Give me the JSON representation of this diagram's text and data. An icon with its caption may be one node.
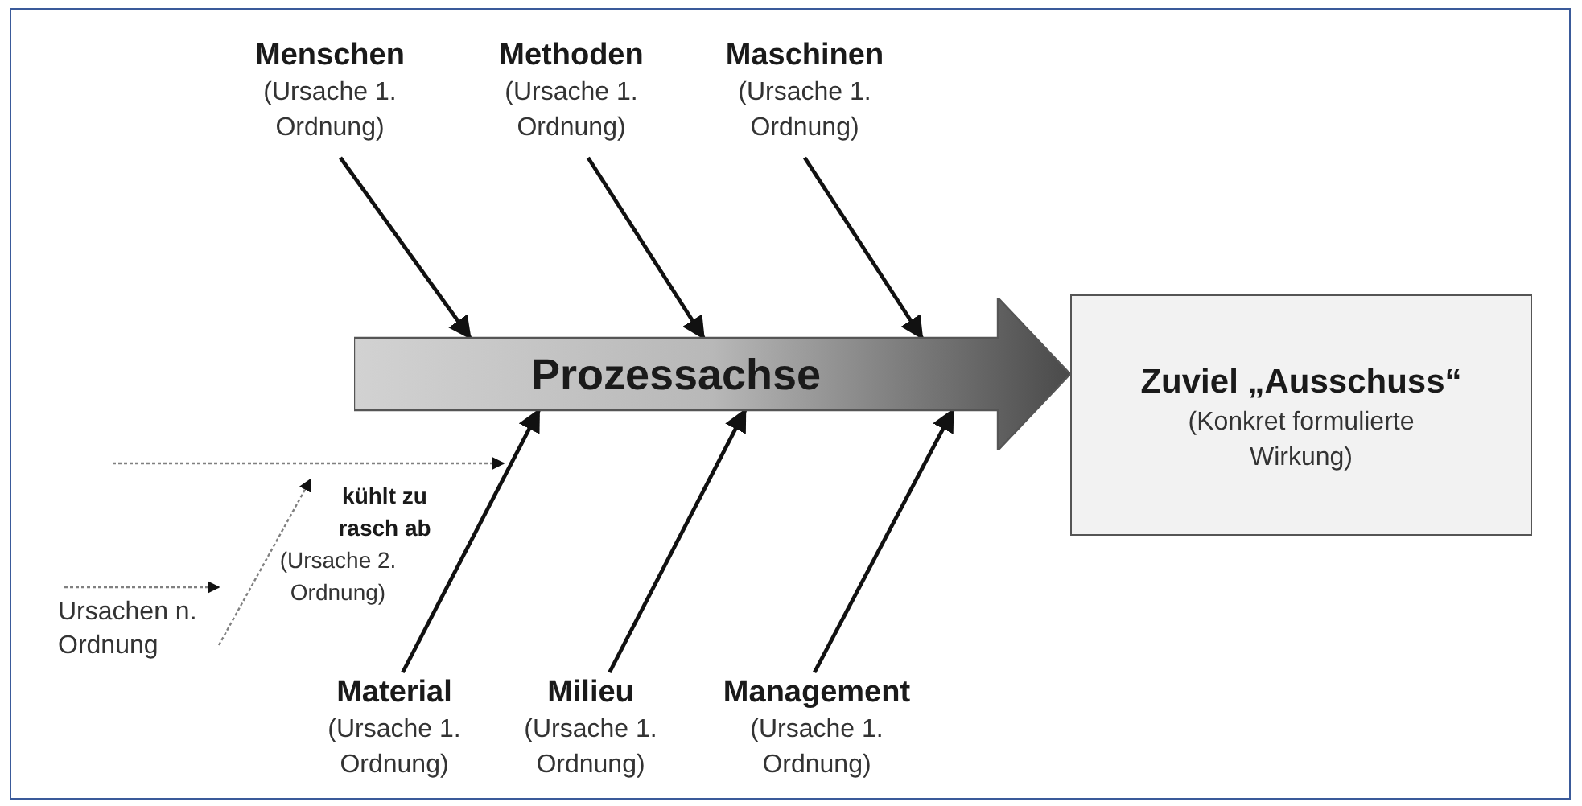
{
  "diagram": {
    "nodes": [
      {
        "text": [
          "Menschen",
          "(Ursache 1. Ordnung)"
        ]
      },
      {
        "text": [
          "Methoden",
          "(Ursache 1. Ordnung)"
        ]
      },
      {
        "text": [
          "Maschinen",
          "(Ursache 1. Ordnung)"
        ]
      },
      {
        "text": [
          "Prozessachse"
        ]
      },
      {
        "text": [
          "Zuviel „Ausschuss“",
          "(Konkret formulierte Wirkung)"
        ]
      },
      {
        "text": [
          "kühlt zu rasch ab",
          "(Ursache 2. Ordnung)"
        ]
      },
      {
        "text": [
          "Ursachen n. Ordnung"
        ]
      },
      {
        "text": [
          "Material",
          "(Ursache 1. Ordnung)"
        ]
      },
      {
        "text": [
          "Milieu",
          "(Ursache 1. Ordnung)"
        ]
      },
      {
        "text": [
          "Management",
          "(Ursache 1. Ordnung)"
        ]
      }
    ],
    "edges": [
      {
        "from": 0,
        "to": 3,
        "arrow": "to"
      },
      {
        "from": 1,
        "to": 3,
        "arrow": "to"
      },
      {
        "from": 2,
        "to": 3,
        "arrow": "to"
      },
      {
        "from": 7,
        "to": 3,
        "arrow": "to"
      },
      {
        "from": 8,
        "to": 3,
        "arrow": "to"
      },
      {
        "from": 9,
        "to": 3,
        "arrow": "to"
      },
      {
        "from": 6,
        "to": 5,
        "arrow": "to",
        "style": "dashed",
        "color": "#808080"
      },
      {
        "from": null,
        "to": 6,
        "arrow": "to",
        "style": "dashed",
        "color": "#808080"
      }
    ]
  }
}
